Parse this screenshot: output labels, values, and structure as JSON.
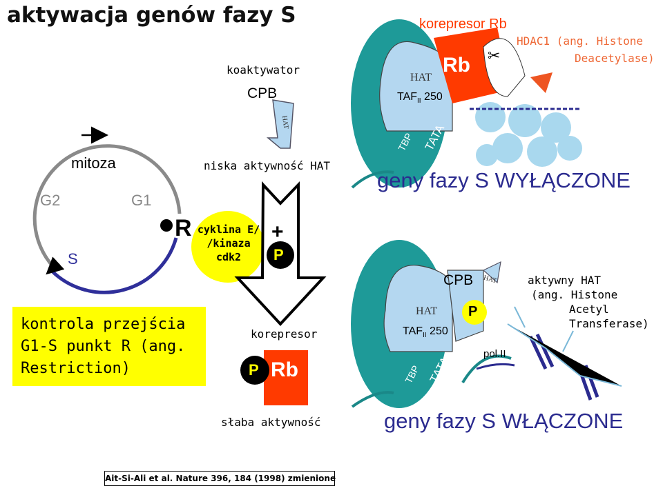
{
  "title": "aktywacja genów fazy S",
  "cycle": {
    "mitoza": "mitoza",
    "g2": "G2",
    "g1": "G1",
    "s": "S",
    "r": "R"
  },
  "control_box": {
    "line1": "kontrola przejścia",
    "line2": "G1-S punkt R (ang.",
    "line3": "Restriction)"
  },
  "cyclin": {
    "line1": "cyklina E/",
    "line2": "/kinaza",
    "line3": "cdk2"
  },
  "coactivator": {
    "label": "koaktywator",
    "cpb": "CPB",
    "hat": "HAT"
  },
  "low_hat": "niska aktywność HAT",
  "arrow_plus": "+",
  "arrow_p": "P",
  "corepressor": {
    "label": "korepresor",
    "p": "P",
    "rb": "Rb"
  },
  "weak": "słaba aktywność",
  "top_complex": {
    "korepresor_rb": "korepresor Rb",
    "hdac_line1": "HDAC1 (ang. Histone",
    "hdac_line2": "Deacetylase)",
    "hat": "HAT",
    "rb": "Rb",
    "taf_main": "TAF",
    "taf_sub": "II",
    "taf_num": "250",
    "tbp": "TBP",
    "tata": "TATA"
  },
  "genes_off": "geny fazy S WYŁĄCZONE",
  "bottom_complex": {
    "cpb": "CPB",
    "hat_small": "HAT",
    "p": "P",
    "hat": "HAT",
    "taf_main": "TAF",
    "taf_sub": "II",
    "taf_num": "250",
    "tbp": "TBP",
    "tata": "TATA",
    "pol": "pol.II",
    "active_line1": "aktywny HAT",
    "active_line2": "(ang. Histone",
    "active_line3": "Acetyl",
    "active_line4": "Transferase)"
  },
  "genes_on": "geny fazy S WŁĄCZONE",
  "reference": "Ait-Si-Ali et al. Nature 396, 184 (1998) zmienione",
  "colors": {
    "teal": "#1e9a98",
    "red": "#ff3300",
    "yellow": "#ffff00",
    "light_blue": "#b4d7f0",
    "navy": "#2b2b8f",
    "grey_arc": "#888888"
  }
}
